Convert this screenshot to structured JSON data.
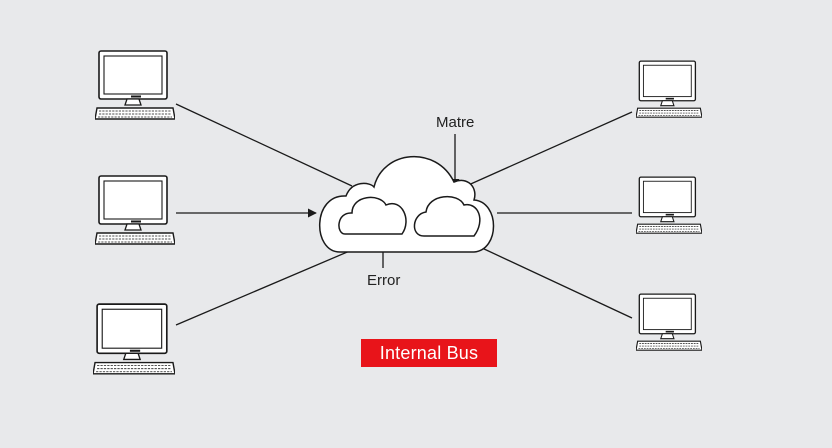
{
  "labels": {
    "top": "Matre",
    "bottom": "Error"
  },
  "badge": {
    "text": "Internal Bus",
    "color": "#e8141a"
  },
  "colors": {
    "background": "#e8e9eb",
    "stroke": "#1a1a1a",
    "screen": "#ffffff"
  },
  "nodes": {
    "left": [
      "computer",
      "computer",
      "computer"
    ],
    "right": [
      "computer",
      "computer",
      "computer"
    ],
    "center": "cloud-icon"
  }
}
